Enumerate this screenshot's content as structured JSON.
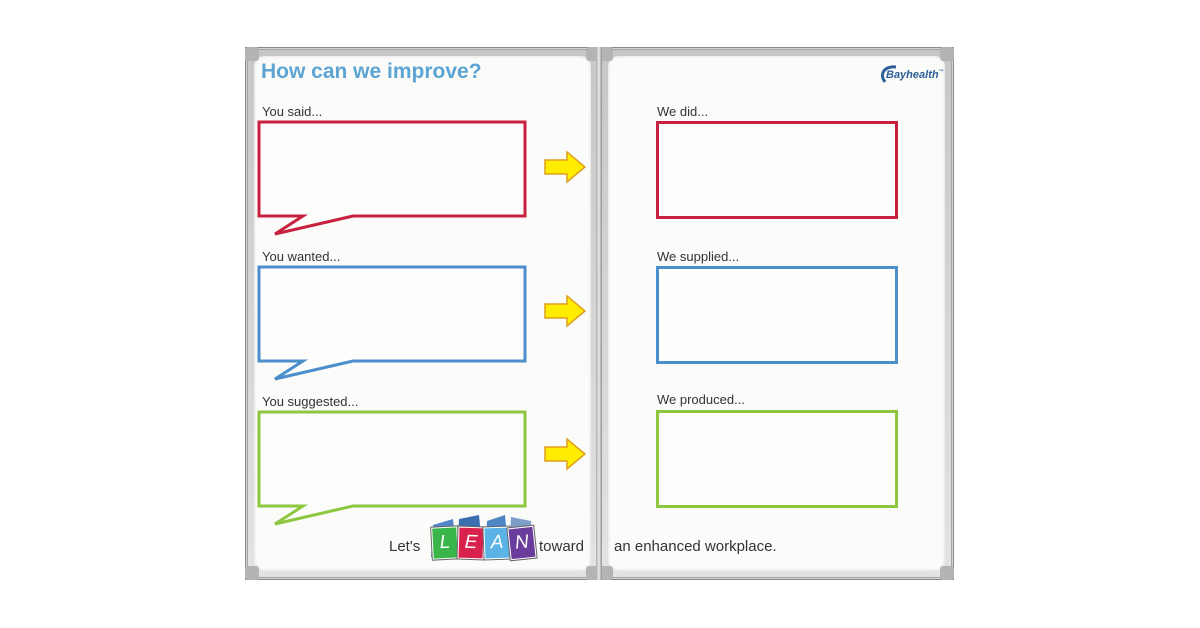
{
  "title": "How can we improve?",
  "brand": {
    "logo_text": "Bayhealth",
    "trademark": "™",
    "color": "#2b5e96"
  },
  "left_panel": {
    "sections": [
      {
        "label": "You said...",
        "color": "#c8213f"
      },
      {
        "label": "You wanted...",
        "color": "#4a8ecb"
      },
      {
        "label": "You suggested...",
        "color": "#8dc63f"
      }
    ]
  },
  "right_panel": {
    "sections": [
      {
        "label": "We did...",
        "color": "#c8213f"
      },
      {
        "label": "We supplied...",
        "color": "#4a8ecb"
      },
      {
        "label": "We produced...",
        "color": "#8dc63f"
      }
    ]
  },
  "arrows": {
    "icon": "arrow-right-icon",
    "fill": "#ffec00",
    "stroke": "#e0a020"
  },
  "footer": {
    "prefix": "Let's",
    "lean_letters": [
      {
        "letter": "L",
        "color": "#3ab54a"
      },
      {
        "letter": "E",
        "color": "#d9214e"
      },
      {
        "letter": "A",
        "color": "#5bb3e6"
      },
      {
        "letter": "N",
        "color": "#6a3c9c"
      }
    ],
    "middle": "toward",
    "suffix": "an enhanced workplace."
  }
}
